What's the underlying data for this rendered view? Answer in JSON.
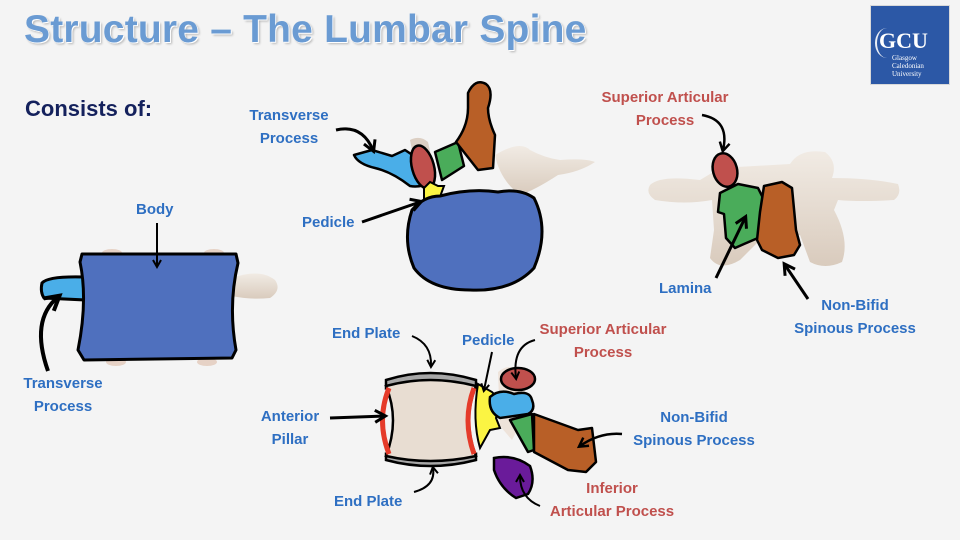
{
  "slide": {
    "title": "Structure – The Lumbar Spine",
    "subtitle": "Consists of:",
    "logo": {
      "mark": "GCU",
      "line1": "Glasgow Caledonian",
      "line2": "University",
      "color": "#2c58a6"
    }
  },
  "views": {
    "lateral": {
      "labels": {
        "body": "Body",
        "transverse_1": "Transverse",
        "transverse_2": "Process"
      }
    },
    "superior": {
      "labels": {
        "transverse_1": "Transverse",
        "transverse_2": "Process",
        "pedicle": "Pedicle"
      }
    },
    "posterior": {
      "labels": {
        "superior_articular_1": "Superior Articular",
        "superior_articular_2": "Process",
        "lamina": "Lamina",
        "spinous_1": "Non-Bifid",
        "spinous_2": "Spinous Process"
      }
    },
    "side": {
      "labels": {
        "end_plate_top": "End Plate",
        "end_plate_bottom": "End Plate",
        "anterior_1": "Anterior",
        "anterior_2": "Pillar",
        "pedicle": "Pedicle",
        "superior_articular_1": "Superior Articular",
        "superior_articular_2": "Process",
        "spinous_1": "Non-Bifid",
        "spinous_2": "Spinous Process",
        "inferior_articular_1": "Inferior",
        "inferior_articular_2": "Articular Process"
      }
    }
  },
  "colors": {
    "body": "#4f70be",
    "transverse": "#4aaee8",
    "pedicle": "#fbf443",
    "superior_articular": "#c0504d",
    "lamina": "#4aac5a",
    "spinous": "#b85f27",
    "inferior_articular": "#6a1b9a",
    "end_plate_rim": "#e53b2a",
    "bone": "#e8ddd2",
    "label_blue": "#2e6fc2",
    "label_red": "#c0504d"
  }
}
